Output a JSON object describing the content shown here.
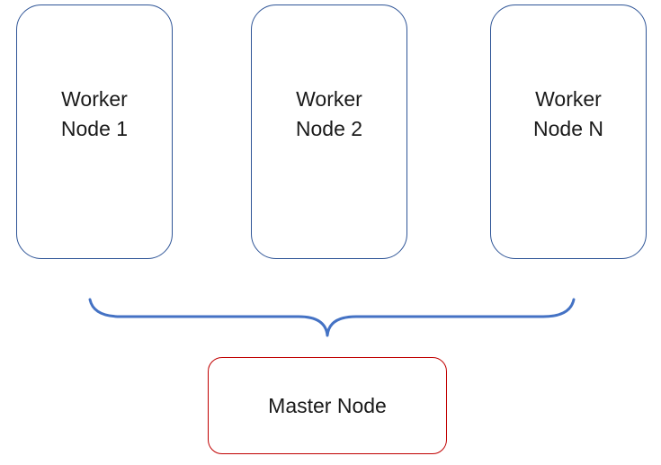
{
  "diagram": {
    "workers": [
      {
        "line1": "Worker",
        "line2": "Node 1"
      },
      {
        "line1": "Worker",
        "line2": "Node 2"
      },
      {
        "line1": "Worker",
        "line2": "Node N"
      }
    ],
    "master": {
      "label": "Master Node"
    },
    "colors": {
      "worker_border": "#2f5597",
      "master_border": "#c00000",
      "brace": "#4472c4"
    }
  }
}
